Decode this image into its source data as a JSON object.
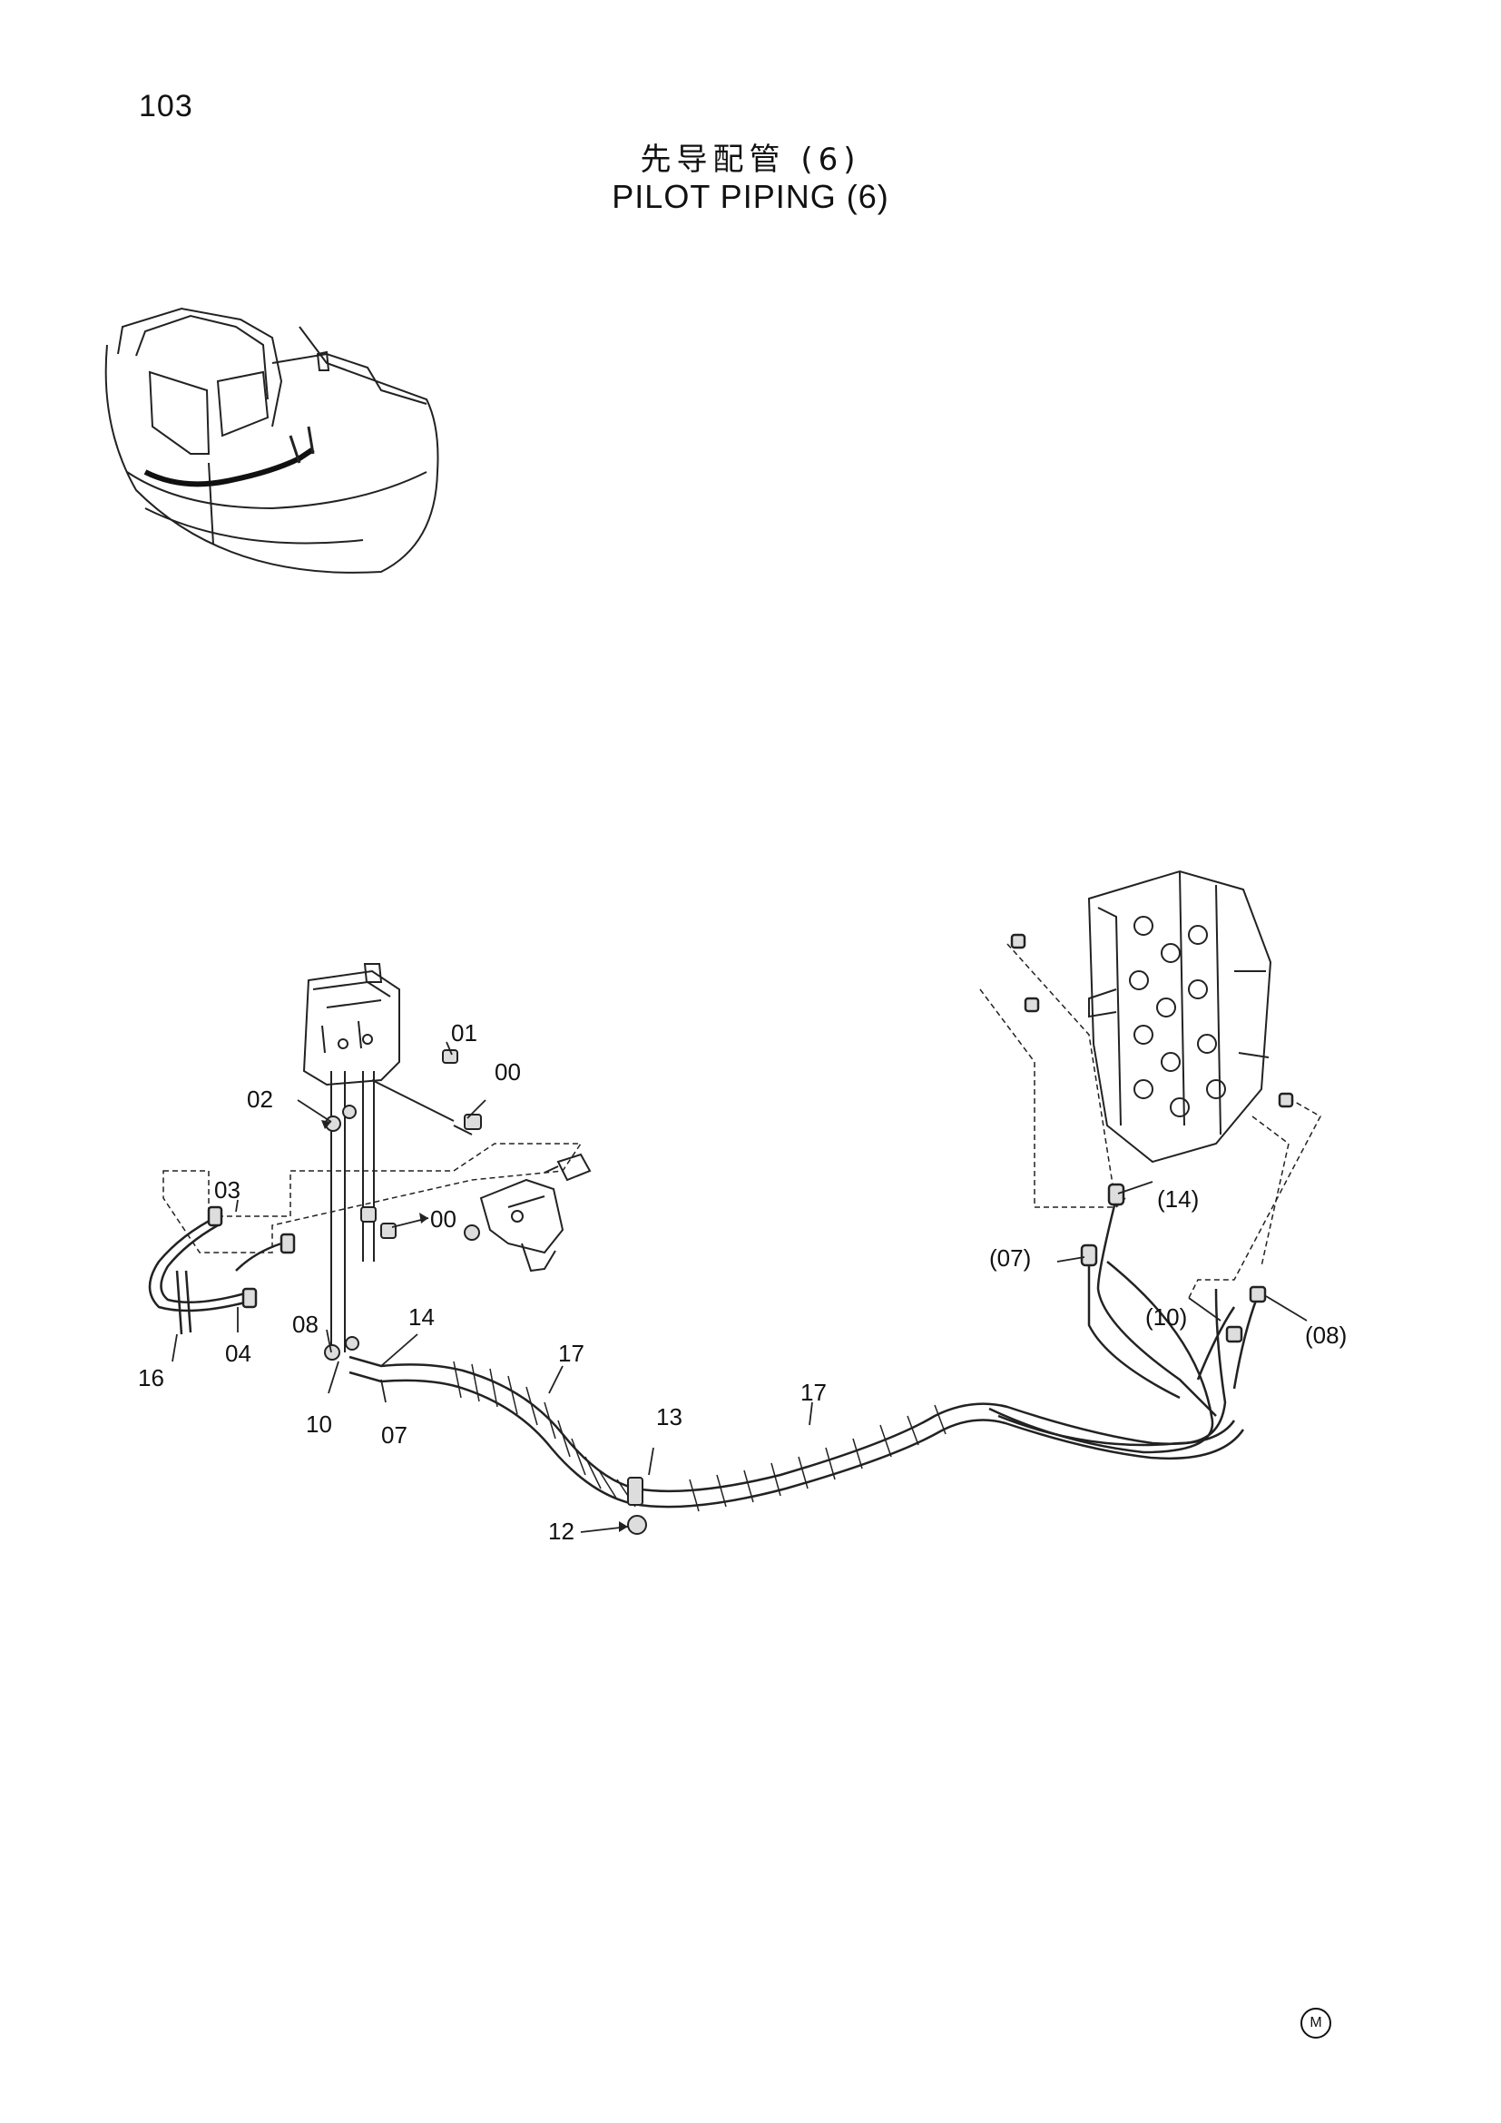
{
  "page": {
    "number": "103",
    "title_cn": "先导配管 (6)",
    "title_en": "PILOT PIPING (6)",
    "corner_mark": "M"
  },
  "callouts": {
    "c01": "01",
    "c00a": "00",
    "c02": "02",
    "c03": "03",
    "c00b": "00",
    "c16": "16",
    "c04": "04",
    "c08": "08",
    "c14": "14",
    "c10": "10",
    "c07": "07",
    "c17a": "17",
    "c13": "13",
    "c17b": "17",
    "c12": "12",
    "c14p": "(14)",
    "c07p": "(07)",
    "c10p": "(10)",
    "c08p": "(08)"
  }
}
